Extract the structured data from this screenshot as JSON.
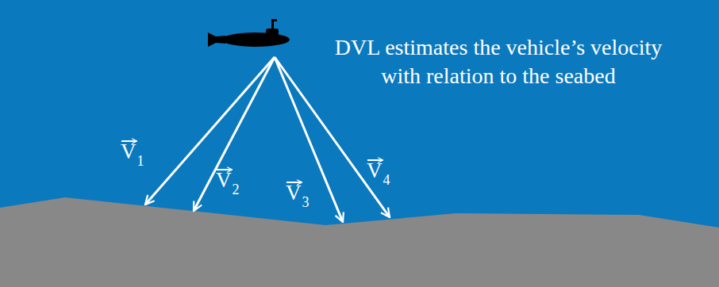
{
  "diagram": {
    "labels": [
      "DVL estimates the vehicle’s velocity with relation to the seabed",
      "V1",
      "V2",
      "V3",
      "V4"
    ]
  }
}
